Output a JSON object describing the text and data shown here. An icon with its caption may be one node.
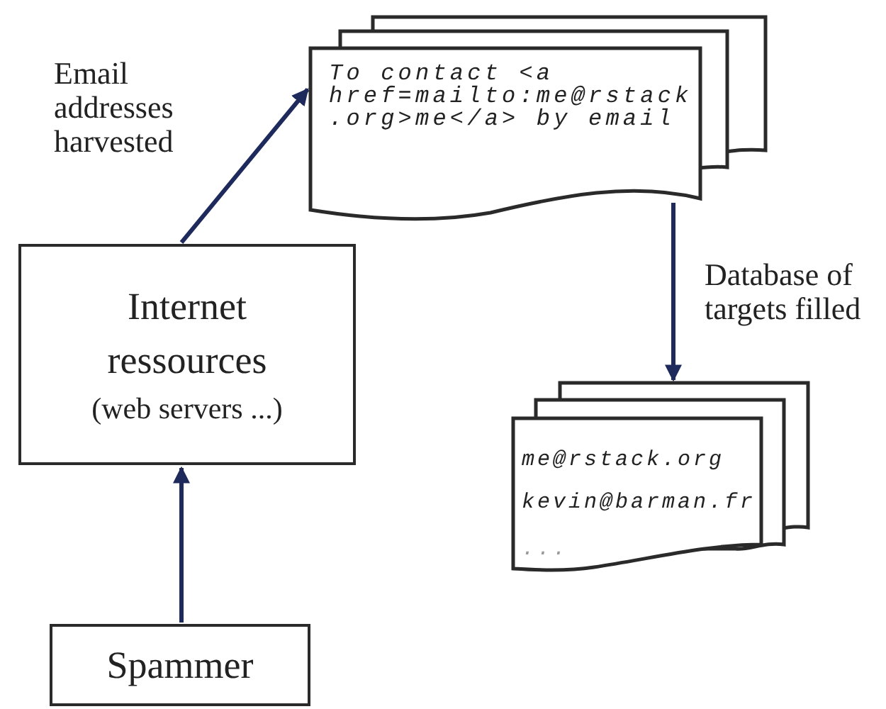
{
  "diagram": {
    "nodes": [
      {
        "text": [
          "Internet",
          "ressources",
          "(web servers ...)"
        ]
      },
      {
        "text": [
          "Spammer"
        ]
      },
      {
        "text": [
          "To contact <a href=mailto:me@rstack.org>me</a> by email"
        ]
      },
      {
        "text": [
          "me@rstack.org",
          "kevin@barman.fr",
          "..."
        ]
      }
    ],
    "edges": [
      {
        "from": 1,
        "to": 0,
        "arrow": "to"
      },
      {
        "from": 0,
        "to": 2,
        "arrow": "to",
        "label": "Email addresses harvested"
      },
      {
        "from": 2,
        "to": 3,
        "arrow": "to",
        "label": "Database of targets filled"
      }
    ]
  }
}
